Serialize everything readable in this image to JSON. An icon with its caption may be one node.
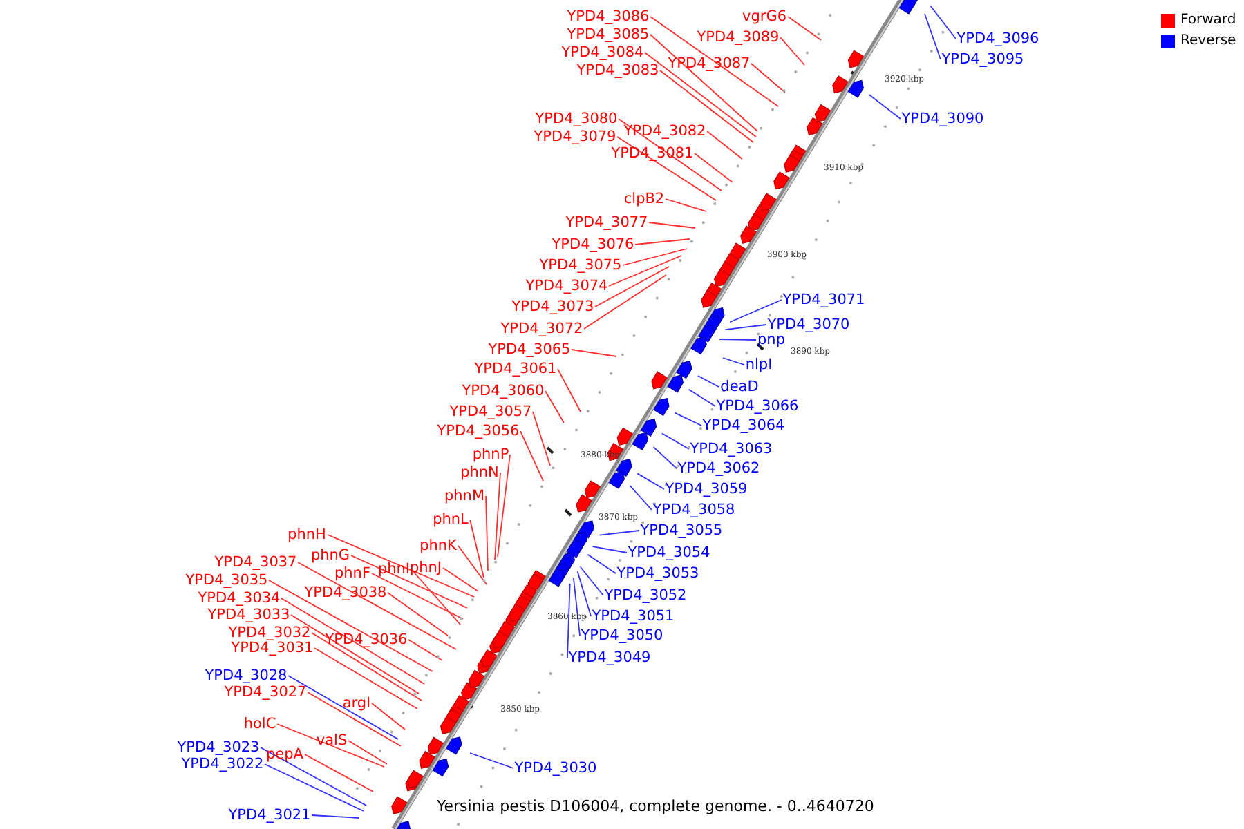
{
  "diagram": {
    "caption": "Yersinia pestis D106004, complete genome. - 0..4640720",
    "nodes": [
      {
        "text": [
          "vgrG6"
        ]
      },
      {
        "text": [
          "YPD4_3086"
        ]
      },
      {
        "text": [
          "YPD4_3085"
        ]
      },
      {
        "text": [
          "YPD4_3089"
        ]
      },
      {
        "text": [
          "YPD4_3096"
        ]
      },
      {
        "text": [
          "YPD4_3084"
        ]
      },
      {
        "text": [
          "YPD4_3095"
        ]
      },
      {
        "text": [
          "YPD4_3087"
        ]
      },
      {
        "text": [
          "YPD4_3083"
        ]
      },
      {
        "text": [
          "YPD4_3080"
        ]
      },
      {
        "text": [
          "YPD4_3090"
        ]
      },
      {
        "text": [
          "YPD4_3082"
        ]
      },
      {
        "text": [
          "YPD4_3079"
        ]
      },
      {
        "text": [
          "YPD4_3081"
        ]
      },
      {
        "text": [
          "clpB2"
        ]
      },
      {
        "text": [
          "YPD4_3077"
        ]
      },
      {
        "text": [
          "YPD4_3076"
        ]
      },
      {
        "text": [
          "YPD4_3075"
        ]
      },
      {
        "text": [
          "YPD4_3074"
        ]
      },
      {
        "text": [
          "YPD4_3071"
        ]
      },
      {
        "text": [
          "YPD4_3073"
        ]
      },
      {
        "text": [
          "YPD4_3070"
        ]
      },
      {
        "text": [
          "YPD4_3072"
        ]
      },
      {
        "text": [
          "pnp"
        ]
      },
      {
        "text": [
          "YPD4_3065"
        ]
      },
      {
        "text": [
          "nlpI"
        ]
      },
      {
        "text": [
          "YPD4_3061"
        ]
      },
      {
        "text": [
          "deaD"
        ]
      },
      {
        "text": [
          "YPD4_3060"
        ]
      },
      {
        "text": [
          "YPD4_3066"
        ]
      },
      {
        "text": [
          "YPD4_3057"
        ]
      },
      {
        "text": [
          "YPD4_3064"
        ]
      },
      {
        "text": [
          "YPD4_3056"
        ]
      },
      {
        "text": [
          "YPD4_3063"
        ]
      },
      {
        "text": [
          "phnP"
        ]
      },
      {
        "text": [
          "YPD4_3062"
        ]
      },
      {
        "text": [
          "phnN"
        ]
      },
      {
        "text": [
          "YPD4_3059"
        ]
      },
      {
        "text": [
          "phnM"
        ]
      },
      {
        "text": [
          "YPD4_3058"
        ]
      },
      {
        "text": [
          "phnL"
        ]
      },
      {
        "text": [
          "YPD4_3055"
        ]
      },
      {
        "text": [
          "phnH"
        ]
      },
      {
        "text": [
          "phnK"
        ]
      },
      {
        "text": [
          "YPD4_3054"
        ]
      },
      {
        "text": [
          "phnG"
        ]
      },
      {
        "text": [
          "YPD4_3037"
        ]
      },
      {
        "text": [
          "phnJ"
        ]
      },
      {
        "text": [
          "phnI"
        ]
      },
      {
        "text": [
          "YPD4_3053"
        ]
      },
      {
        "text": [
          "phnF"
        ]
      },
      {
        "text": [
          "YPD4_3035"
        ]
      },
      {
        "text": [
          "YPD4_3038"
        ]
      },
      {
        "text": [
          "YPD4_3052"
        ]
      },
      {
        "text": [
          "YPD4_3034"
        ]
      },
      {
        "text": [
          "YPD4_3033"
        ]
      },
      {
        "text": [
          "YPD4_3051"
        ]
      },
      {
        "text": [
          "YPD4_3032"
        ]
      },
      {
        "text": [
          "YPD4_3050"
        ]
      },
      {
        "text": [
          "YPD4_3036"
        ]
      },
      {
        "text": [
          "YPD4_3031"
        ]
      },
      {
        "text": [
          "YPD4_3049"
        ]
      },
      {
        "text": [
          "YPD4_3028"
        ]
      },
      {
        "text": [
          "YPD4_3027"
        ]
      },
      {
        "text": [
          "argI"
        ]
      },
      {
        "text": [
          "holC"
        ]
      },
      {
        "text": [
          "valS"
        ]
      },
      {
        "text": [
          "YPD4_3023"
        ]
      },
      {
        "text": [
          "pepA"
        ]
      },
      {
        "text": [
          "YPD4_3022"
        ]
      },
      {
        "text": [
          "YPD4_3030"
        ]
      },
      {
        "text": [
          "YPD4_3021"
        ]
      }
    ],
    "edges": [
      {
        "from": 0,
        "to": null,
        "arrow": "none"
      },
      {
        "from": 1,
        "to": null,
        "arrow": "none"
      },
      {
        "from": 2,
        "to": null,
        "arrow": "none"
      },
      {
        "from": 3,
        "to": null,
        "arrow": "none"
      },
      {
        "from": 4,
        "to": null,
        "arrow": "none",
        "color": "#3333ff"
      },
      {
        "from": 5,
        "to": null,
        "arrow": "none"
      },
      {
        "from": 6,
        "to": null,
        "arrow": "none",
        "color": "#3333ff"
      },
      {
        "from": 7,
        "to": null,
        "arrow": "none"
      },
      {
        "from": 8,
        "to": null,
        "arrow": "none"
      },
      {
        "from": 9,
        "to": null,
        "arrow": "none"
      },
      {
        "from": 10,
        "to": null,
        "arrow": "none",
        "color": "#3333ff"
      },
      {
        "from": 11,
        "to": null,
        "arrow": "none"
      },
      {
        "from": 12,
        "to": null,
        "arrow": "none"
      },
      {
        "from": 13,
        "to": null,
        "arrow": "none"
      },
      {
        "from": 14,
        "to": null,
        "arrow": "none"
      },
      {
        "from": 15,
        "to": null,
        "arrow": "none"
      },
      {
        "from": 16,
        "to": null,
        "arrow": "none"
      },
      {
        "from": 17,
        "to": null,
        "arrow": "none"
      },
      {
        "from": 18,
        "to": null,
        "arrow": "none"
      },
      {
        "from": 19,
        "to": null,
        "arrow": "none",
        "color": "#3333ff"
      },
      {
        "from": 20,
        "to": null,
        "arrow": "none"
      },
      {
        "from": 21,
        "to": null,
        "arrow": "none",
        "color": "#3333ff"
      },
      {
        "from": 22,
        "to": null,
        "arrow": "none"
      },
      {
        "from": 23,
        "to": null,
        "arrow": "none",
        "color": "#3333ff"
      },
      {
        "from": 24,
        "to": null,
        "arrow": "none"
      },
      {
        "from": 25,
        "to": null,
        "arrow": "none",
        "color": "#3333ff"
      },
      {
        "from": 26,
        "to": null,
        "arrow": "none"
      },
      {
        "from": 27,
        "to": null,
        "arrow": "none",
        "color": "#3333ff"
      },
      {
        "from": 28,
        "to": null,
        "arrow": "none"
      },
      {
        "from": 29,
        "to": null,
        "arrow": "none",
        "color": "#3333ff"
      },
      {
        "from": 30,
        "to": null,
        "arrow": "none"
      },
      {
        "from": 31,
        "to": null,
        "arrow": "none",
        "color": "#3333ff"
      },
      {
        "from": 32,
        "to": null,
        "arrow": "none"
      },
      {
        "from": 33,
        "to": null,
        "arrow": "none",
        "color": "#3333ff"
      },
      {
        "from": 34,
        "to": null,
        "arrow": "none"
      },
      {
        "from": 35,
        "to": null,
        "arrow": "none",
        "color": "#3333ff"
      },
      {
        "from": 36,
        "to": null,
        "arrow": "none"
      },
      {
        "from": 37,
        "to": null,
        "arrow": "none",
        "color": "#3333ff"
      },
      {
        "from": 38,
        "to": null,
        "arrow": "none"
      },
      {
        "from": 39,
        "to": null,
        "arrow": "none",
        "color": "#3333ff"
      },
      {
        "from": 40,
        "to": null,
        "arrow": "none"
      },
      {
        "from": 41,
        "to": null,
        "arrow": "none",
        "color": "#3333ff"
      },
      {
        "from": 42,
        "to": null,
        "arrow": "none"
      },
      {
        "from": 43,
        "to": null,
        "arrow": "none"
      },
      {
        "from": 44,
        "to": null,
        "arrow": "none",
        "color": "#3333ff"
      },
      {
        "from": 45,
        "to": null,
        "arrow": "none"
      },
      {
        "from": 46,
        "to": null,
        "arrow": "none"
      },
      {
        "from": 47,
        "to": null,
        "arrow": "none"
      },
      {
        "from": 48,
        "to": null,
        "arrow": "none"
      },
      {
        "from": 49,
        "to": null,
        "arrow": "none",
        "color": "#3333ff"
      },
      {
        "from": 50,
        "to": null,
        "arrow": "none"
      },
      {
        "from": 51,
        "to": null,
        "arrow": "none"
      },
      {
        "from": 52,
        "to": null,
        "arrow": "none"
      },
      {
        "from": 53,
        "to": null,
        "arrow": "none",
        "color": "#3333ff"
      },
      {
        "from": 54,
        "to": null,
        "arrow": "none"
      },
      {
        "from": 55,
        "to": null,
        "arrow": "none"
      },
      {
        "from": 56,
        "to": null,
        "arrow": "none",
        "color": "#3333ff"
      },
      {
        "from": 57,
        "to": null,
        "arrow": "none"
      },
      {
        "from": 58,
        "to": null,
        "arrow": "none",
        "color": "#3333ff"
      },
      {
        "from": 59,
        "to": null,
        "arrow": "none"
      },
      {
        "from": 60,
        "to": null,
        "arrow": "none"
      },
      {
        "from": 61,
        "to": null,
        "arrow": "none",
        "color": "#3333ff"
      },
      {
        "from": 62,
        "to": null,
        "arrow": "none",
        "color": "#3333ff"
      },
      {
        "from": 63,
        "to": null,
        "arrow": "none"
      },
      {
        "from": 64,
        "to": null,
        "arrow": "none"
      },
      {
        "from": 65,
        "to": null,
        "arrow": "none"
      },
      {
        "from": 66,
        "to": null,
        "arrow": "none"
      },
      {
        "from": 67,
        "to": null,
        "arrow": "none",
        "color": "#3333ff"
      },
      {
        "from": 68,
        "to": null,
        "arrow": "none"
      },
      {
        "from": 69,
        "to": null,
        "arrow": "none",
        "color": "#3333ff"
      },
      {
        "from": 70,
        "to": null,
        "arrow": "none",
        "color": "#3333ff"
      },
      {
        "from": 71,
        "to": null,
        "arrow": "none",
        "color": "#3333ff"
      }
    ],
    "labels": [
      "3920 kbp",
      "3910 kbp",
      "3900 kbp",
      "3890 kbp",
      "3880 kbp",
      "3870 kbp",
      "3860 kbp",
      "3850 kbp"
    ],
    "legend": [
      {
        "text": "Forward",
        "color": "#ff0000"
      },
      {
        "text": "Reverse",
        "color": "#0000ff"
      }
    ]
  }
}
